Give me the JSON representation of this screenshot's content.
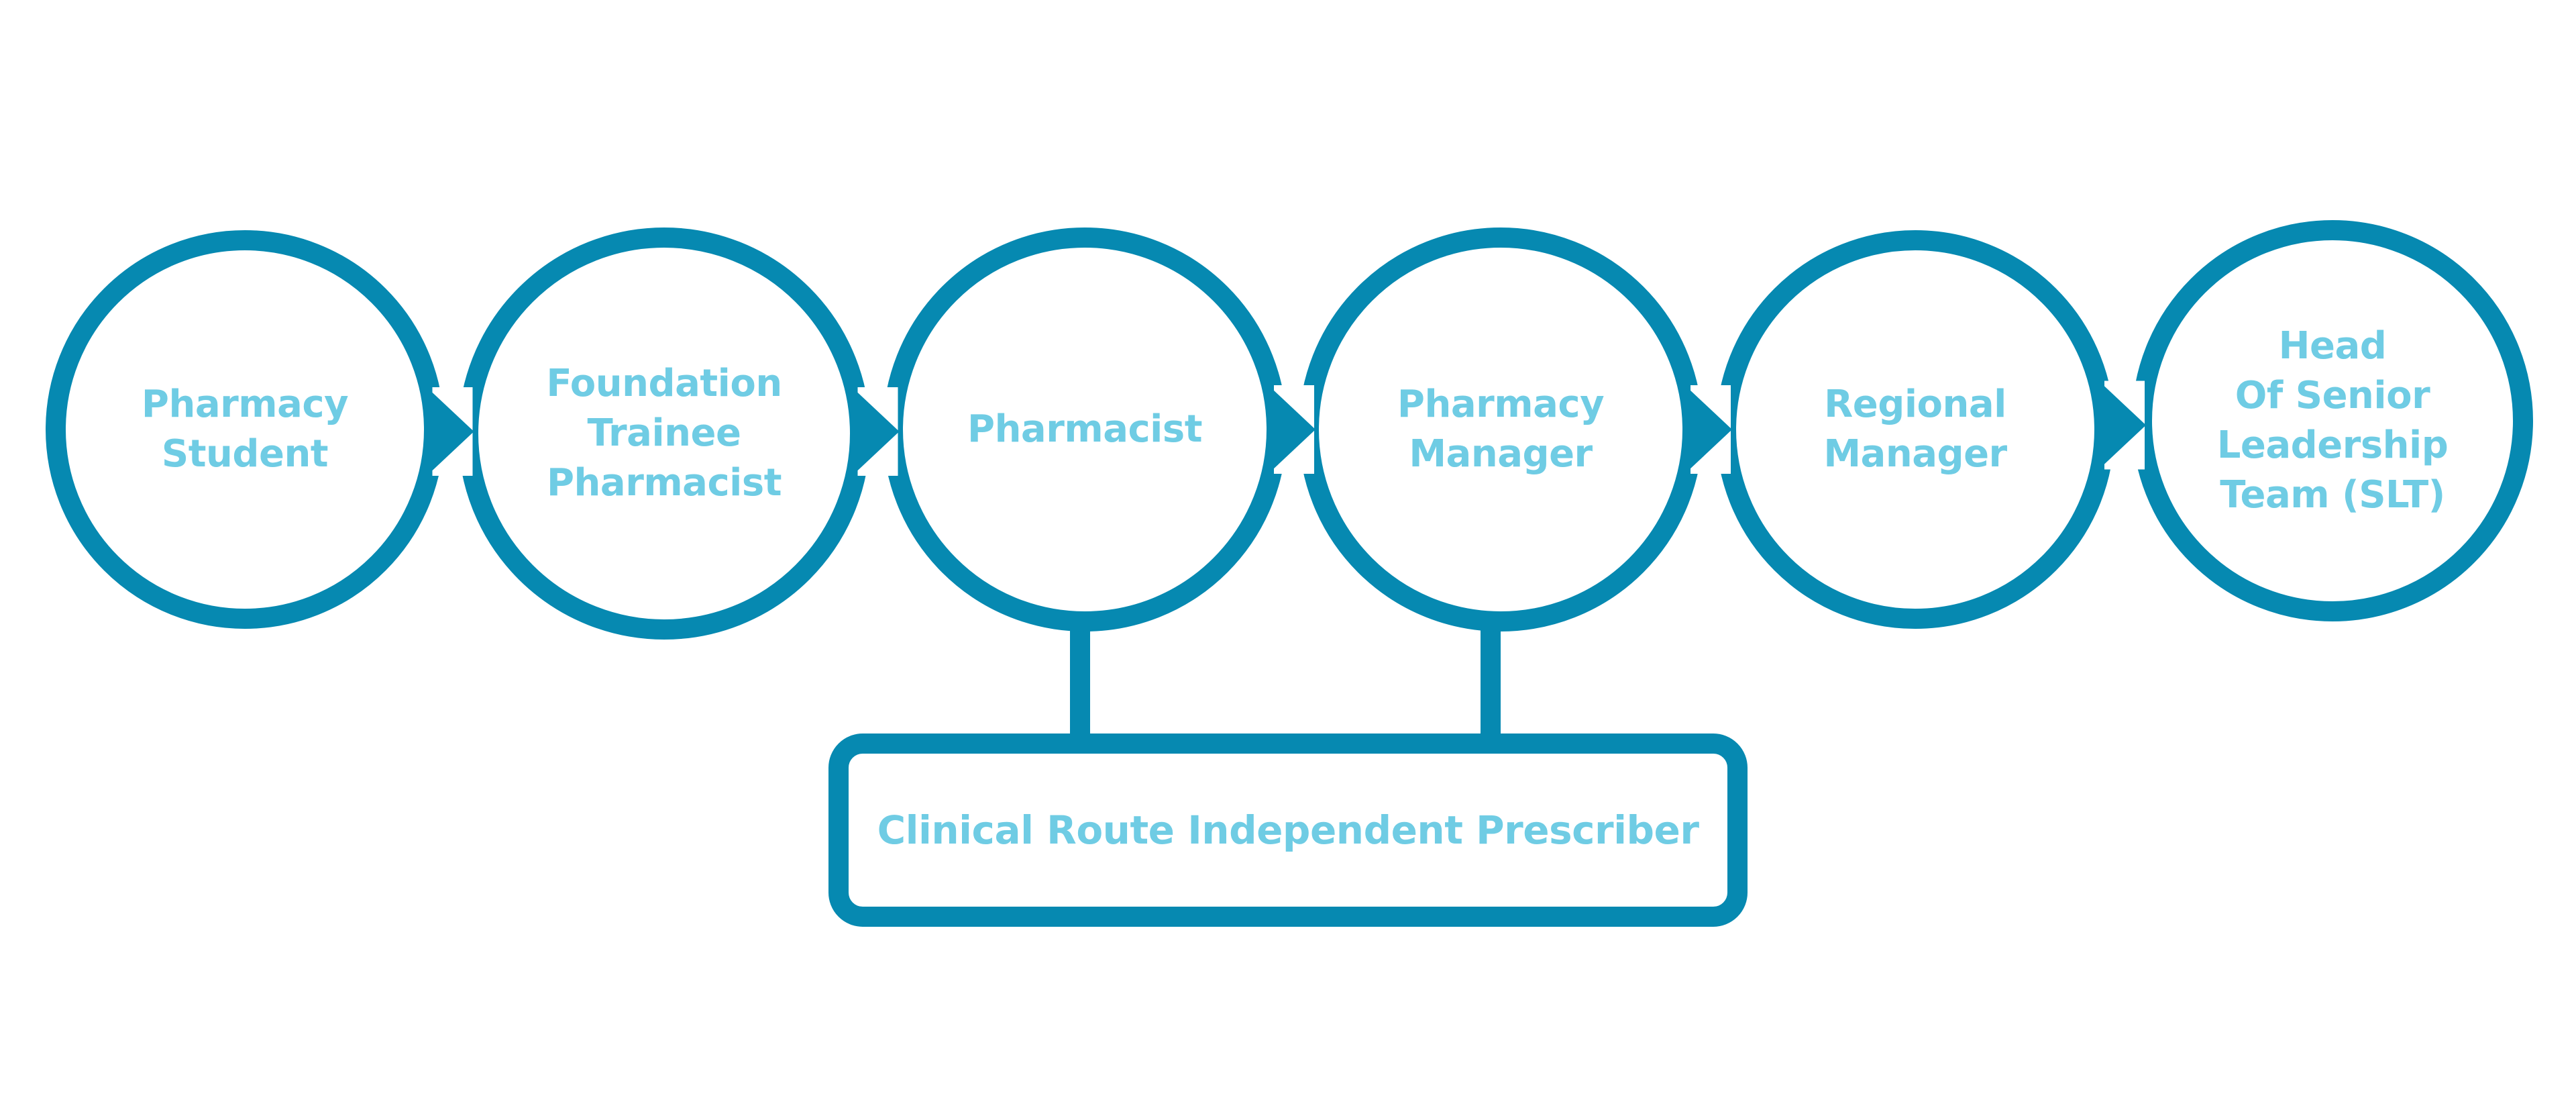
{
  "colors": {
    "ring": "#0689B1",
    "text": "#6FCCE4",
    "background": "#FFFFFF"
  },
  "steps": [
    {
      "id": "pharmacy-student",
      "lines": [
        "Pharmacy",
        "Student"
      ]
    },
    {
      "id": "foundation-trainee-pharmacist",
      "lines": [
        "Foundation",
        "Trainee",
        "Pharmacist"
      ]
    },
    {
      "id": "pharmacist",
      "lines": [
        "Pharmacist"
      ]
    },
    {
      "id": "pharmacy-manager",
      "lines": [
        "Pharmacy",
        "Manager"
      ]
    },
    {
      "id": "regional-manager",
      "lines": [
        "Regional",
        "Manager"
      ]
    },
    {
      "id": "head-of-slt",
      "lines": [
        "Head",
        "Of Senior",
        "Leadership",
        "Team (SLT)"
      ]
    }
  ],
  "clinical_route": {
    "label": "Clinical Route Independent Prescriber",
    "connects_from": [
      "pharmacist",
      "pharmacy-manager"
    ]
  }
}
